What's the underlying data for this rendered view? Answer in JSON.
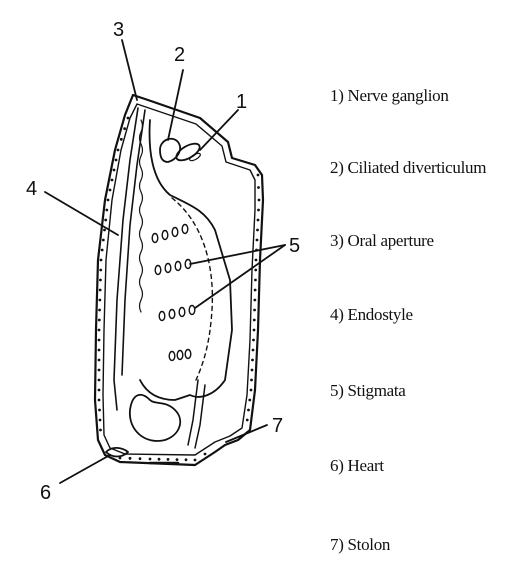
{
  "diagram": {
    "callouts": [
      "1",
      "2",
      "3",
      "4",
      "5",
      "6",
      "7"
    ]
  },
  "legend": [
    "1) Nerve ganglion",
    "2) Ciliated diverticulum",
    "3) Oral aperture",
    "4) Endostyle",
    "5) Stigmata",
    "6) Heart",
    "7) Stolon"
  ]
}
